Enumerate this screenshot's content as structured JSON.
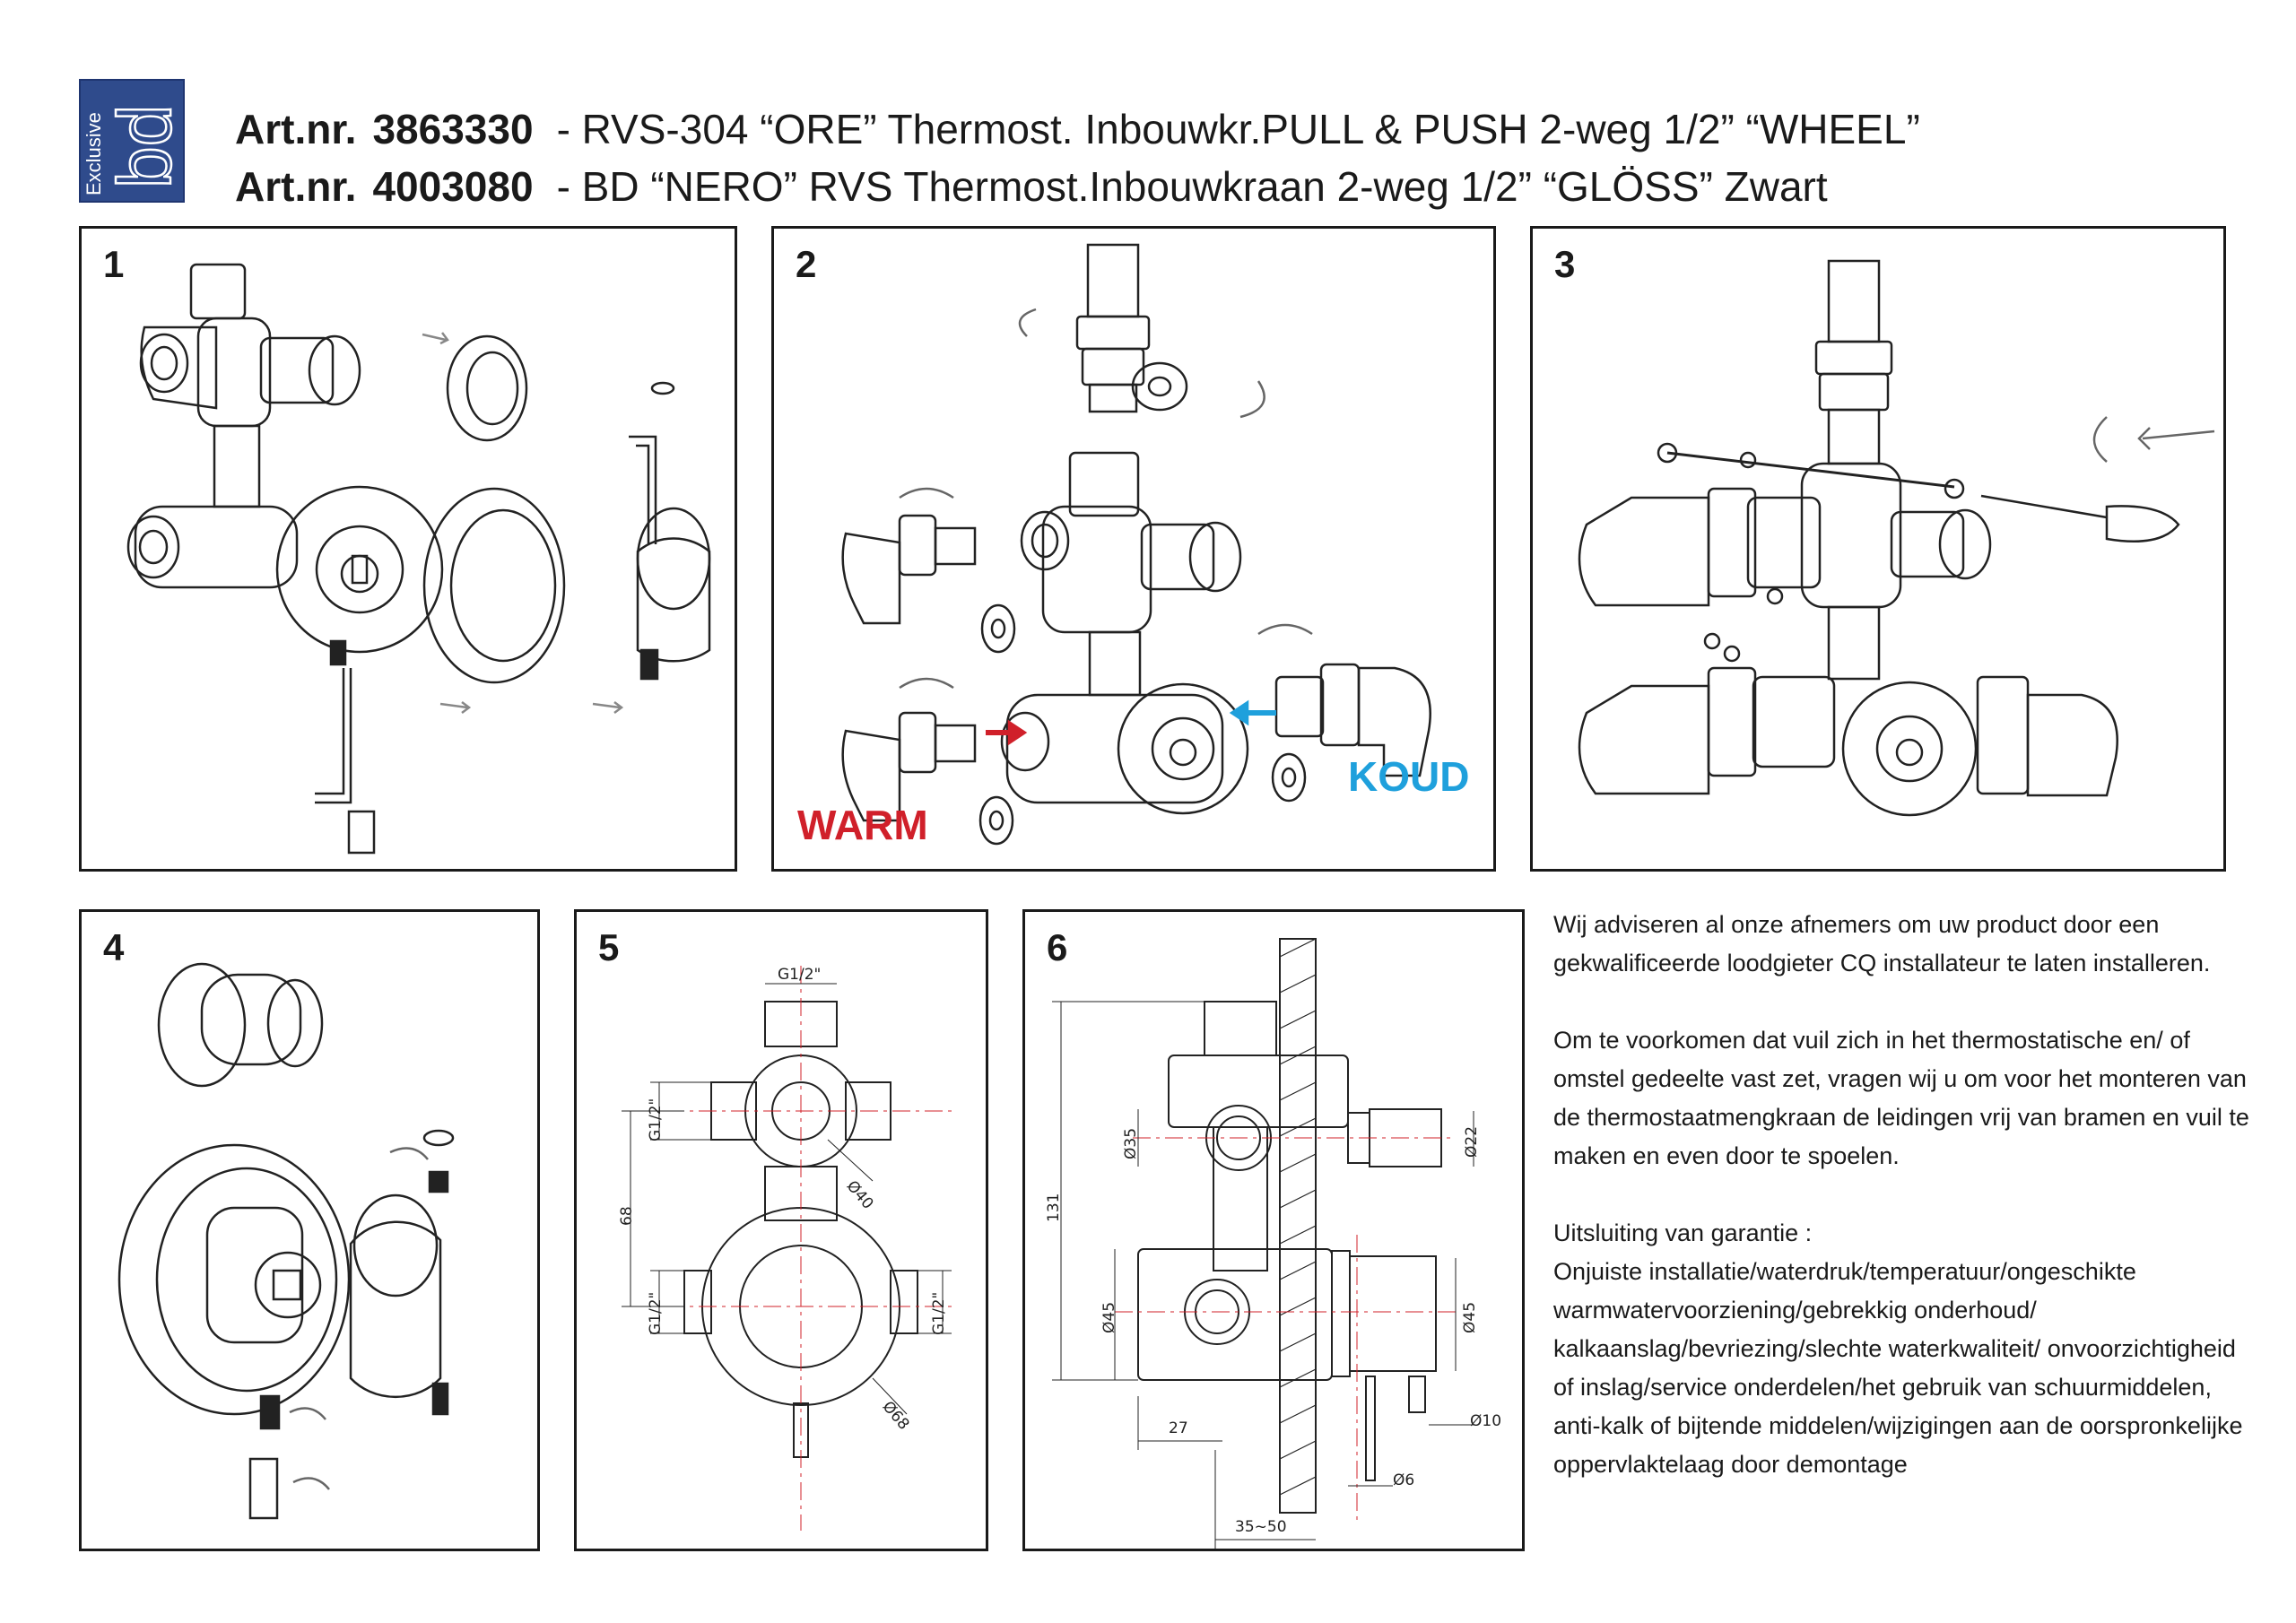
{
  "header": {
    "logo": {
      "word": "Exclusive",
      "letters": "bd",
      "color": "#2f4b8c"
    },
    "lines": [
      {
        "label": "Art.nr.",
        "number": "3863330",
        "description": "- RVS-304 “ORE” Thermost. Inbouwkr.PULL & PUSH 2-weg 1/2” “WHEEL”"
      },
      {
        "label": "Art.nr.",
        "number": "4003080",
        "description": "- BD “NERO” RVS Thermost.Inbouwkraan 2-weg 1/2” “GLÖSS” Zwart"
      }
    ]
  },
  "panels": [
    {
      "number": "1"
    },
    {
      "number": "2",
      "warm_label": "WARM",
      "koud_label": "KOUD",
      "warm_color": "#d0202a",
      "koud_color": "#1fa0dc"
    },
    {
      "number": "3"
    },
    {
      "number": "4"
    },
    {
      "number": "5",
      "dims": {
        "g_top": "G1/2\"",
        "g_upper_left": "G1/2\"",
        "g_lower_left": "G1/2\"",
        "g_lower_right": "G1/2\"",
        "dist_68": "68",
        "dia_40": "Ø40",
        "dia_68": "Ø68"
      }
    },
    {
      "number": "6",
      "dims": {
        "h_131": "131",
        "dia_35": "Ø35",
        "dia_22": "Ø22",
        "dia_45_left": "Ø45",
        "dia_45_right": "Ø45",
        "w_27": "27",
        "dia_10": "Ø10",
        "dia_6": "Ø6",
        "w_35_50": "35~50"
      }
    }
  ],
  "notes": {
    "paragraph_1": "Wij adviseren al onze afnemers om uw product door een gekwalificeerde loodgieter CQ installateur te laten installeren.",
    "paragraph_2": "Om te voorkomen dat vuil zich in het thermostatische en/ of omstel gedeelte vast zet, vragen wij u om voor het monteren van  de thermostaatmengkraan de leidingen vrij van bramen en vuil te maken en even door te spoelen.",
    "warranty_title": "Uitsluiting van garantie :",
    "warranty_text": "Onjuiste installatie/waterdruk/temperatuur/ongeschikte warmwatervoorziening/gebrekkig onderhoud/ kalkaanslag/bevriezing/slechte waterkwaliteit/ onvoorzichtigheid of inslag/service onderdelen/het gebruik van schuurmiddelen, anti-kalk of bijtende middelen/wijzigingen aan de oorspronkelijke oppervlaktelaag  door demontage"
  }
}
